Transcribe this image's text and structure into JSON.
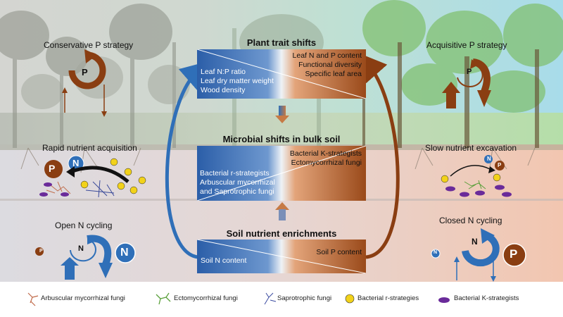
{
  "center": {
    "plant_title": "Plant trait shifts",
    "plant_left": [
      "Leaf N:P ratio",
      "Leaf dry matter weight",
      "Wood density"
    ],
    "plant_right": [
      "Leaf N and P content",
      "Functional diversity",
      "Specific leaf area"
    ],
    "microbe_title": "Microbial shifts in bulk soil",
    "microbe_left": [
      "Bacterial r-strategists",
      "Arbuscular mycorrhizal",
      "and Saprotrophic fungi"
    ],
    "microbe_right": [
      "Bacterial K-strategists",
      "Ectomycorrhizal fungi"
    ],
    "soil_title": "Soil nutrient enrichments",
    "soil_left": [
      "Soil N content"
    ],
    "soil_right": [
      "Soil P content"
    ]
  },
  "left": {
    "top_label": "Conservative P strategy",
    "mid_label": "Rapid nutrient acquisition",
    "bottom_label": "Open N cycling",
    "letters": {
      "P": "P",
      "N": "N"
    }
  },
  "right": {
    "top_label": "Acquisitive P strategy",
    "mid_label": "Slow nutrient excavation",
    "bottom_label": "Closed N cycling",
    "letters": {
      "P": "P",
      "N": "N"
    }
  },
  "legend": [
    {
      "icon": "arbuscular-mycorrhizal-icon",
      "label": "Arbuscular mycorrhizal fungi"
    },
    {
      "icon": "ectomycorrhizal-icon",
      "label": "Ectomycorrhizal fungi"
    },
    {
      "icon": "saprotrophic-icon",
      "label": "Saprotrophic fungi"
    },
    {
      "icon": "r-strategist-icon",
      "label": "Bacterial r-strategies"
    },
    {
      "icon": "k-strategist-icon",
      "label": "Bacterial K-strategists"
    }
  ],
  "colors": {
    "blue": "#2f6fb8",
    "brown": "#8a3e12",
    "sky": "#a9dcea",
    "forest_left": "#c9cbc5",
    "forest_right": "#bfe2b9",
    "soil_left": "#d9d8dc",
    "soil_right": "#f1c7b1"
  }
}
